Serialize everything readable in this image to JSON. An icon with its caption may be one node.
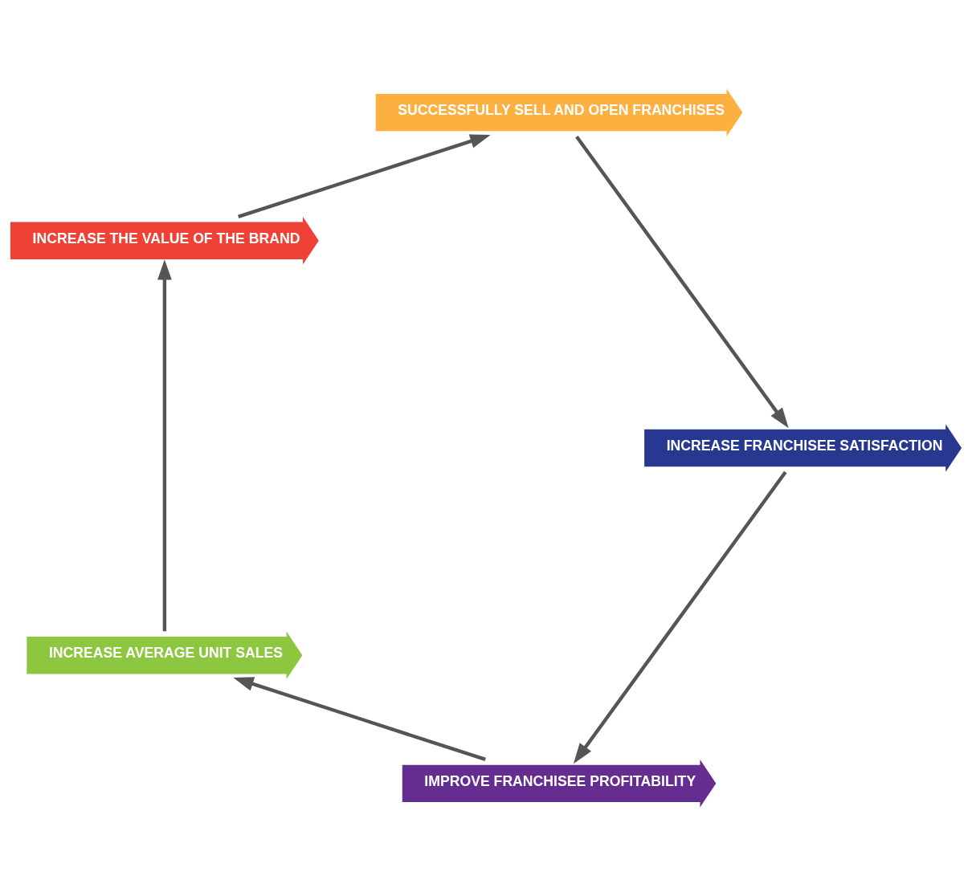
{
  "diagram": {
    "nodes": [
      {
        "text": [
          "IMPROVE FRANCHISEE PROFITABILITY"
        ]
      },
      {
        "text": [
          "INCREASE AVERAGE UNIT SALES"
        ]
      },
      {
        "text": [
          "INCREASE THE VALUE OF THE BRAND"
        ]
      },
      {
        "text": [
          "SUCCESSFULLY SELL AND OPEN FRANCHISES"
        ]
      },
      {
        "text": [
          "INCREASE FRANCHISEE SATISFACTION"
        ]
      }
    ],
    "edges": [
      {
        "from": 0,
        "to": 1,
        "arrow": "to"
      },
      {
        "from": 1,
        "to": 2,
        "arrow": "to"
      },
      {
        "from": 2,
        "to": 3,
        "arrow": "to"
      },
      {
        "from": 3,
        "to": 4,
        "arrow": "to"
      },
      {
        "from": 4,
        "to": 0,
        "arrow": "to"
      }
    ]
  }
}
